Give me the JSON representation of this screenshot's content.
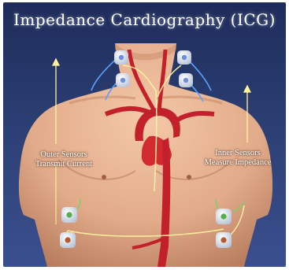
{
  "diagram": {
    "title": "Impedance Cardiography (ICG)",
    "outer_sensors": {
      "line1": "Outer Sensors",
      "line2": "Transmit Current"
    },
    "inner_sensors": {
      "line1": "Inner Sensors",
      "line2": "Measure Impedance"
    }
  },
  "colors": {
    "background_top": "#1e2c5a",
    "background_bottom": "#3a4f8e",
    "skin": "#e8b596",
    "artery": "#c2202a",
    "sensor_lead": "#5aa0ff",
    "sensor_pad": "#eef2f8",
    "signal_path": "#fff3a0"
  }
}
